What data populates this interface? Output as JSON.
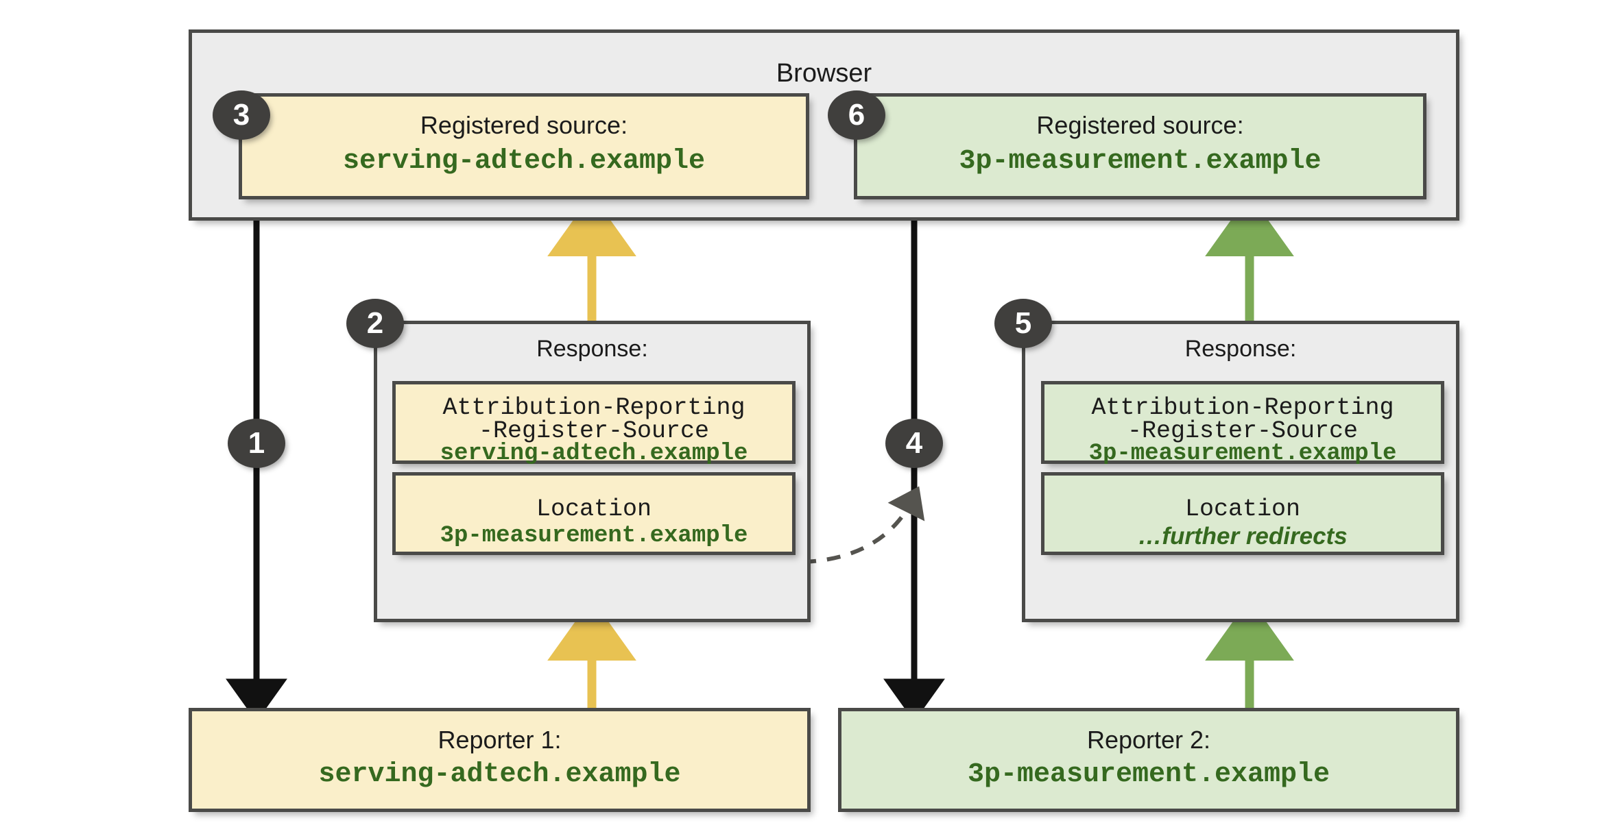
{
  "diagram": {
    "title": "Browser",
    "browser_label": "Browser",
    "steps": [
      "1",
      "2",
      "3",
      "4",
      "5",
      "6"
    ],
    "colors": {
      "yellow_fill": "#faefca",
      "green_fill": "#dcead0",
      "gray_fill": "#ececec",
      "border": "#4a4a48",
      "badge": "#403f3d",
      "mono_green": "#35691f",
      "arrow_black": "#111111",
      "arrow_yellow": "#e8c252",
      "arrow_green": "#7caa56",
      "dashed": "#5a5a58"
    }
  },
  "browser": {
    "label": "Browser",
    "registered_source_left": {
      "step": "3",
      "title": "Registered source:",
      "value": "serving-adtech.example"
    },
    "registered_source_right": {
      "step": "6",
      "title": "Registered source:",
      "value": "3p-measurement.example"
    }
  },
  "response_left": {
    "step": "2",
    "title": "Response:",
    "rows": [
      {
        "header_line1": "Attribution-Reporting",
        "header_line2": "-Register-Source",
        "value": "serving-adtech.example"
      },
      {
        "header_line1": "Location",
        "header_line2": "",
        "value": "3p-measurement.example"
      }
    ]
  },
  "response_right": {
    "step": "5",
    "title": "Response:",
    "rows": [
      {
        "header_line1": "Attribution-Reporting",
        "header_line2": "-Register-Source",
        "value": "3p-measurement.example"
      },
      {
        "header_line1": "Location",
        "header_line2": "",
        "value": "…further redirects"
      }
    ]
  },
  "reporters": [
    {
      "title": "Reporter 1:",
      "value": "serving-adtech.example"
    },
    {
      "title": "Reporter 2:",
      "value": "3p-measurement.example"
    }
  ],
  "flow_steps": {
    "one": "1",
    "four": "4"
  }
}
